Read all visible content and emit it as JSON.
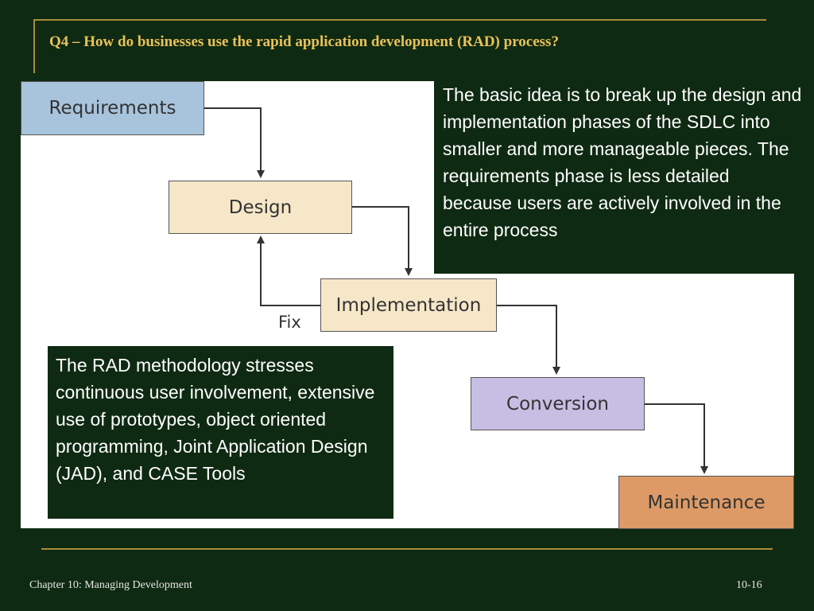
{
  "title": "Q4 – How do businesses use the rapid application development (RAD) process?",
  "diagram": {
    "steps": [
      {
        "label": "Requirements",
        "color": "#a7c4dc"
      },
      {
        "label": "Design",
        "color": "#f6e7c8"
      },
      {
        "label": "Implementation",
        "color": "#f6e7c8"
      },
      {
        "label": "Conversion",
        "color": "#c7bee3"
      },
      {
        "label": "Maintenance",
        "color": "#de9a66"
      }
    ],
    "fix_label": "Fix",
    "arrow_color": "#333333"
  },
  "notes": {
    "top": "The basic idea is to break up the design and implementation phases of the SDLC into smaller and more manageable pieces. The requirements phase is less detailed because users are actively involved in the entire process",
    "bottom": "The RAD methodology stresses continuous user involvement, extensive use of prototypes, object oriented programming, Joint Application Design (JAD), and CASE Tools"
  },
  "footer": {
    "chapter": "Chapter 10: Managing Development",
    "page": "10-16"
  },
  "colors": {
    "background": "#0f2a12",
    "title": "#e9c25a",
    "rule": "#a88d3c"
  }
}
